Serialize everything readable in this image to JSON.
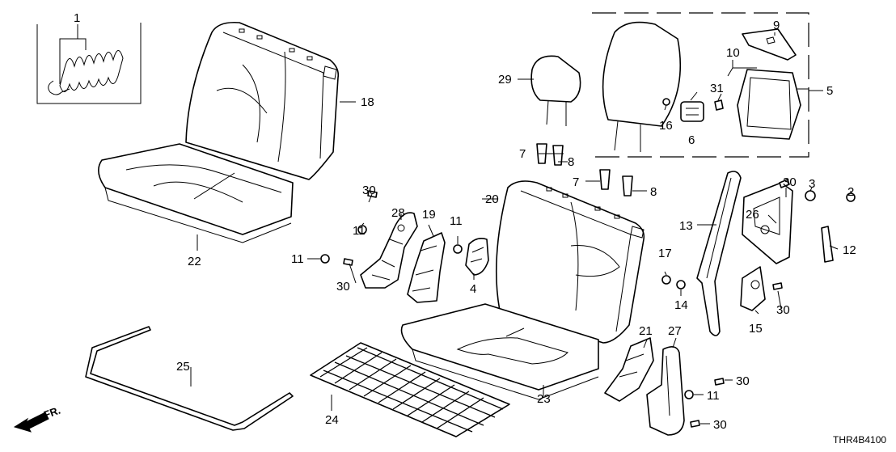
{
  "diagram": {
    "code": "THR4B4100",
    "direction_label": "FR.",
    "callouts": [
      {
        "id": "c1",
        "text": "1"
      },
      {
        "id": "c2",
        "text": "2"
      },
      {
        "id": "c3",
        "text": "3"
      },
      {
        "id": "c4",
        "text": "4"
      },
      {
        "id": "c5",
        "text": "5"
      },
      {
        "id": "c6",
        "text": "6"
      },
      {
        "id": "c7a",
        "text": "7"
      },
      {
        "id": "c7b",
        "text": "7"
      },
      {
        "id": "c8a",
        "text": "8"
      },
      {
        "id": "c8b",
        "text": "8"
      },
      {
        "id": "c9",
        "text": "9"
      },
      {
        "id": "c10",
        "text": "10"
      },
      {
        "id": "c11a",
        "text": "11"
      },
      {
        "id": "c11b",
        "text": "11"
      },
      {
        "id": "c11c",
        "text": "11"
      },
      {
        "id": "c11d",
        "text": "11"
      },
      {
        "id": "c12",
        "text": "12"
      },
      {
        "id": "c13",
        "text": "13"
      },
      {
        "id": "c14",
        "text": "14"
      },
      {
        "id": "c15",
        "text": "15"
      },
      {
        "id": "c16",
        "text": "16"
      },
      {
        "id": "c17",
        "text": "17"
      },
      {
        "id": "c18",
        "text": "18"
      },
      {
        "id": "c19",
        "text": "19"
      },
      {
        "id": "c20",
        "text": "20"
      },
      {
        "id": "c21",
        "text": "21"
      },
      {
        "id": "c22",
        "text": "22"
      },
      {
        "id": "c23",
        "text": "23"
      },
      {
        "id": "c24",
        "text": "24"
      },
      {
        "id": "c25",
        "text": "25"
      },
      {
        "id": "c26",
        "text": "26"
      },
      {
        "id": "c27",
        "text": "27"
      },
      {
        "id": "c28",
        "text": "28"
      },
      {
        "id": "c29",
        "text": "29"
      },
      {
        "id": "c30a",
        "text": "30"
      },
      {
        "id": "c30b",
        "text": "30"
      },
      {
        "id": "c30c",
        "text": "30"
      },
      {
        "id": "c30d",
        "text": "30"
      },
      {
        "id": "c30e",
        "text": "30"
      },
      {
        "id": "c30f",
        "text": "30"
      },
      {
        "id": "c31",
        "text": "31"
      }
    ]
  }
}
